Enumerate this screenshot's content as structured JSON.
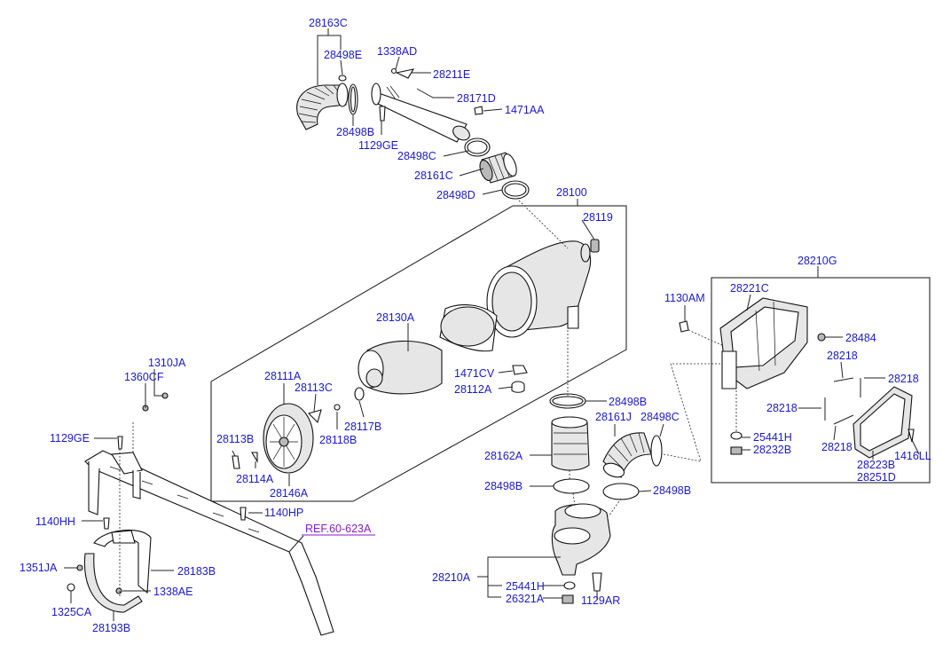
{
  "diagram": {
    "reference_link": "REF.60-623A",
    "part_labels": {
      "p28163C": "28163C",
      "p28498E": "28498E",
      "p1338AD": "1338AD",
      "p28211E": "28211E",
      "p28171D": "28171D",
      "p1471AA": "1471AA",
      "p28498B_top": "28498B",
      "p1129GE_top": "1129GE",
      "p28498C_top": "28498C",
      "p28161C": "28161C",
      "p28498D": "28498D",
      "p28100": "28100",
      "p28119": "28119",
      "p28130A": "28130A",
      "p1471CV": "1471CV",
      "p28112A": "28112A",
      "p28111A": "28111A",
      "p28113C": "28113C",
      "p28117B": "28117B",
      "p28118B": "28118B",
      "p28113B": "28113B",
      "p28114A": "28114A",
      "p28146A": "28146A",
      "p28498B_mid": "28498B",
      "p28161J": "28161J",
      "p28498C_mid": "28498C",
      "p28162A": "28162A",
      "p28498B_left": "28498B",
      "p28498B_right": "28498B",
      "p28210A": "28210A",
      "p25441H_bot": "25441H",
      "p26321A": "26321A",
      "p1129AR": "1129AR",
      "p28210G": "28210G",
      "p1130AM": "1130AM",
      "p28221C": "28221C",
      "p28484": "28484",
      "p28218_a": "28218",
      "p28218_b": "28218",
      "p28218_c": "28218",
      "p28218_d": "28218",
      "p25441H_right": "25441H",
      "p28232B": "28232B",
      "p28223B": "28223B",
      "p28251D": "28251D",
      "p1416LL": "1416LL",
      "p1310JA": "1310JA",
      "p1360CF": "1360CF",
      "p1129GE_left": "1129GE",
      "p1140HP": "1140HP",
      "p1140HH": "1140HH",
      "p1351JA": "1351JA",
      "p28183B": "28183B",
      "p1338AE": "1338AE",
      "p1325CA": "1325CA",
      "p28193B": "28193B"
    },
    "colors": {
      "label": "#1a1acc",
      "reference": "#8a1ac8",
      "line": "#222222"
    }
  }
}
